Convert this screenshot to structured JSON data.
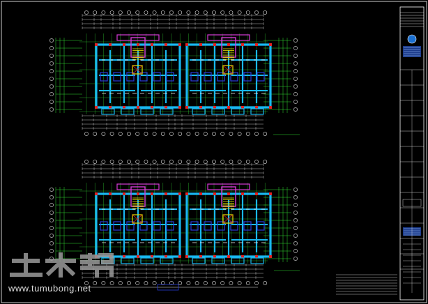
{
  "watermark": {
    "logo_text": "土木帮",
    "url": "www.tumubong.net"
  },
  "colors": {
    "background": "#000000",
    "grid_green": "#33dd33",
    "wall_cyan": "#19b8f0",
    "wall_blue": "#2a3bd8",
    "magenta": "#d63bd6",
    "red": "#e02020",
    "yellow": "#e8e000",
    "white": "#e8e8e8"
  },
  "plans": [
    {
      "name": "upper-floor-plan",
      "caption": ""
    },
    {
      "name": "lower-floor-plan",
      "caption": ""
    }
  ],
  "title_block": {
    "logo_icon": "company-seal-icon",
    "rows": 14
  },
  "notes": {
    "lines": [
      "",
      "",
      "",
      "",
      "",
      ""
    ]
  }
}
